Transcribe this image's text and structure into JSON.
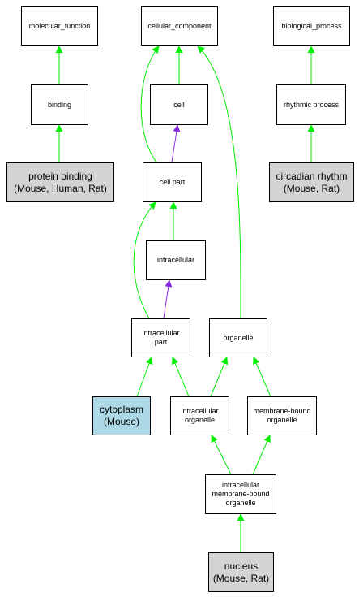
{
  "colors": {
    "is_a_edge": "#00ee00",
    "part_of_edge": "#8a2be2",
    "annotated_node": "#d3d3d3",
    "selected_node": "#add8e6"
  },
  "nodes": {
    "molecular_function": "molecular_function",
    "cellular_component": "cellular_component",
    "biological_process": "biological_process",
    "binding": "binding",
    "cell": "cell",
    "rhythmic_process": "rhythmic process",
    "protein_binding": "protein binding\n(Mouse, Human, Rat)",
    "cell_part": "cell part",
    "circadian_rhythm": "circadian rhythm\n(Mouse, Rat)",
    "intracellular": "intracellular",
    "intracellular_part": "intracellular\npart",
    "organelle": "organelle",
    "cytoplasm": "cytoplasm\n(Mouse)",
    "intracellular_organelle": "intracellular\norganelle",
    "membrane_bound_organelle": "membrane-bound\norganelle",
    "intracellular_membrane_bound_organelle": "intracellular\nmembrane-bound\norganelle",
    "nucleus": "nucleus\n(Mouse, Rat)"
  }
}
